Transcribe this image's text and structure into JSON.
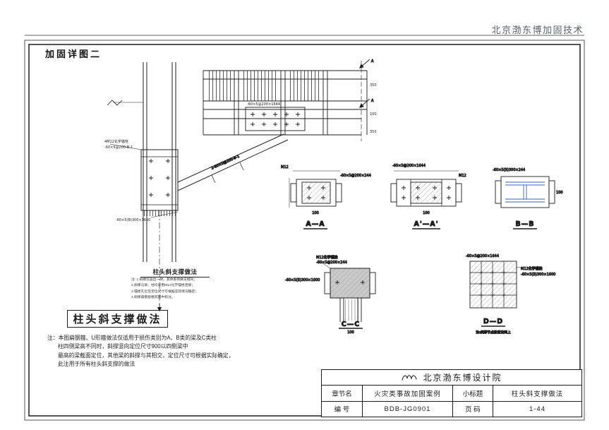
{
  "page": {
    "header_brand": "北京渤东博加固技术",
    "drawing_title": "加固详图二"
  },
  "main_detail": {
    "title": "柱头斜支撑做法",
    "sub_notes": [
      "注: 1.斜撑仅画出一侧，其余各侧做法相同；",
      "2.斜撑与梁、柱均采用M12化学锚栓连接；",
      "3.锚栓孔位及定位尺寸可根据实际情况确定；",
      "4.斜撑扁钢规格同图中标注。"
    ],
    "annotations": {
      "section_mark": "A",
      "anchor_bolts": "4M12化学锚栓",
      "flat_steel_hoop": "-60×5@200-B-1",
      "flat_steel_plate": "-60×5(B)300×1600",
      "brace_label": "2-60×5@200-B-1",
      "beam_strap": "-60×5@200×1644"
    },
    "dims": [
      "350",
      "100",
      "350"
    ]
  },
  "sections": [
    {
      "label": "A—A",
      "annotations": [
        "M12",
        "-60×5@200×244",
        "100"
      ]
    },
    {
      "label": "A'—A'",
      "annotations": [
        "-60×5@200×1644",
        "M12",
        "100"
      ]
    },
    {
      "label": "B—B",
      "annotations": [
        "-60×5(B)300×244",
        "100"
      ]
    },
    {
      "label": "C—C",
      "annotations": [
        "M12化学锚栓",
        "-60×5@200×244",
        "-60×5(B)300×1600",
        "100"
      ]
    },
    {
      "label": "D—D",
      "annotations": [
        "-60×5@200×1644",
        "M12化学锚栓",
        "-60×5(B)300×1600"
      ],
      "caption": "注:斜撑节点板做法同上"
    }
  ],
  "boxed_title": "柱头斜支撑做法",
  "notes": {
    "lines": [
      "注：本图扁钢箍、U形箍做法仅适用于损伤类别为A、B类的梁及C类柱",
      "柱四侧梁高不同时，斜撑竖向定位尺寸900以四侧梁中",
      "最高的梁截面定位，其他梁的斜撑与其相交，定位尺寸可根据实际确定，",
      "此注用于所有柱头斜支撑的做法"
    ]
  },
  "title_block": {
    "company": "北京渤东博设计院",
    "chapter_label": "章节名",
    "chapter_value": "火灾类事故加固案例",
    "subtitle_label": "小标题",
    "subtitle_value": "柱头斜支撑做法",
    "number_label": "编  号",
    "number_value": "BDB-JG0901",
    "page_label": "页  码",
    "page_value": "1-44"
  }
}
